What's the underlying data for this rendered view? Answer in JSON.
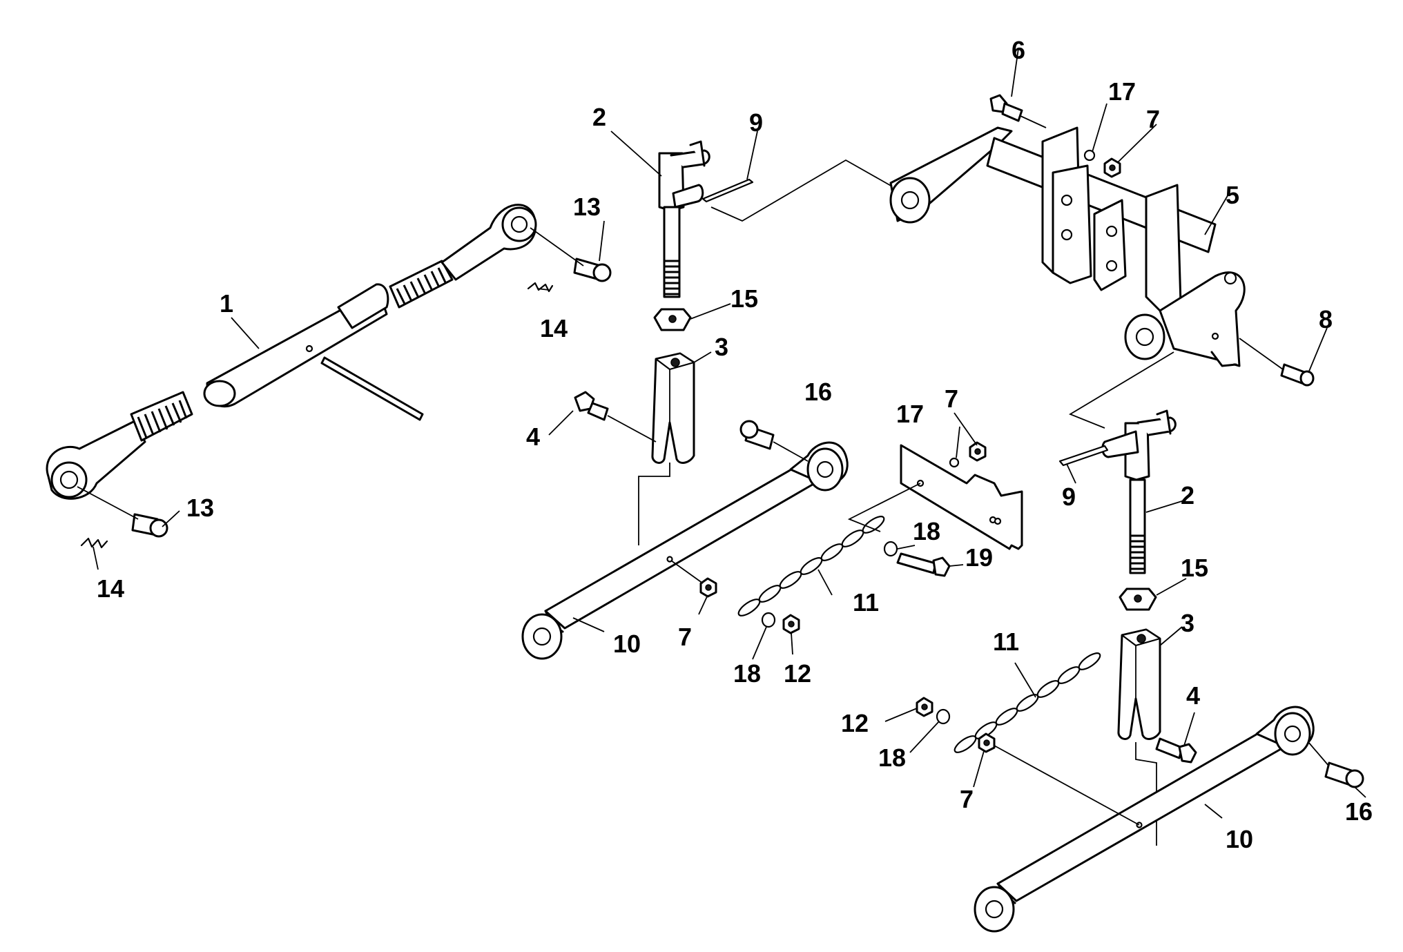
{
  "callouts": [
    "1",
    "2",
    "3",
    "4",
    "5",
    "6",
    "7",
    "8",
    "9",
    "10",
    "11",
    "12",
    "13",
    "14",
    "15",
    "16",
    "17",
    "18",
    "19"
  ],
  "labels": {
    "c1": "1",
    "c2a": "2",
    "c2b": "2",
    "c3a": "3",
    "c3b": "3",
    "c4a": "4",
    "c4b": "4",
    "c5": "5",
    "c6": "6",
    "c7a": "7",
    "c7b": "7",
    "c7c": "7",
    "c7d": "7",
    "c8": "8",
    "c9a": "9",
    "c9b": "9",
    "c10a": "10",
    "c10b": "10",
    "c11a": "11",
    "c11b": "11",
    "c12a": "12",
    "c12b": "12",
    "c13a": "13",
    "c13b": "13",
    "c14a": "14",
    "c14b": "14",
    "c15a": "15",
    "c15b": "15",
    "c16a": "16",
    "c16b": "16",
    "c17a": "17",
    "c17b": "17",
    "c18a": "18",
    "c18b": "18",
    "c18c": "18",
    "c19": "19"
  }
}
